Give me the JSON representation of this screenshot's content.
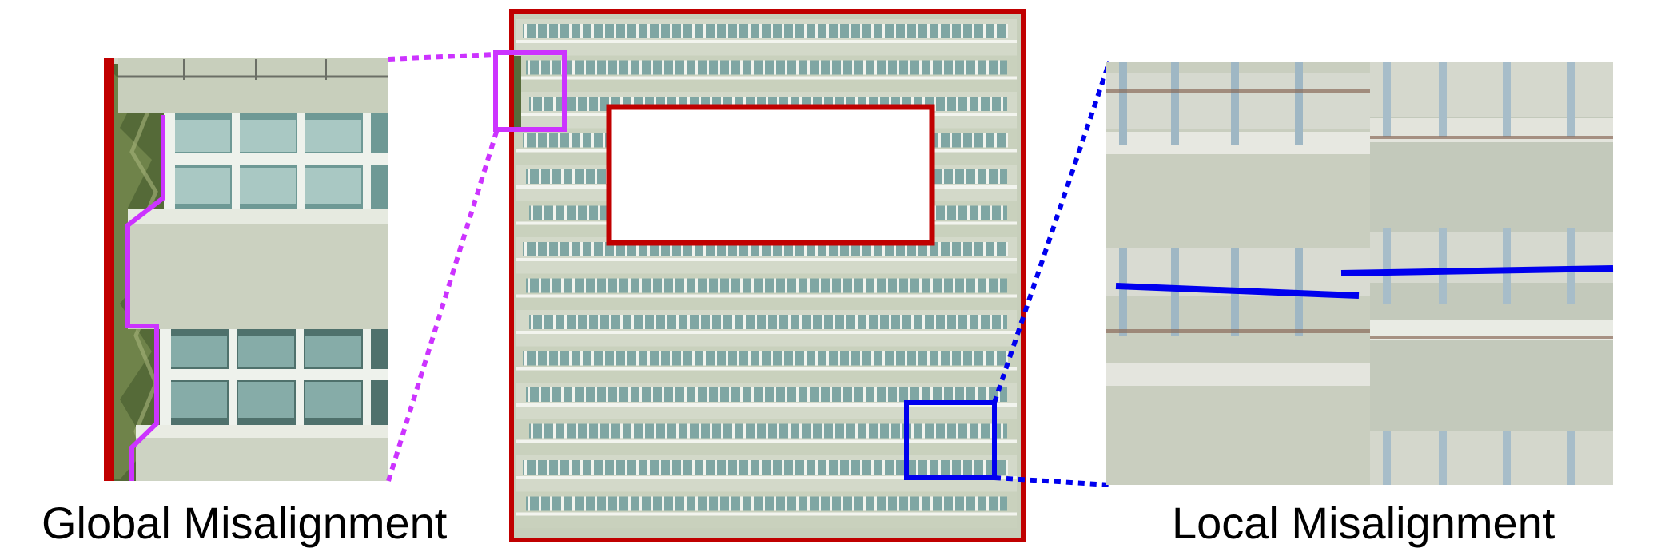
{
  "captions": {
    "global": "Global Misalignment",
    "local": "Local Misalignment"
  },
  "colors": {
    "red_frame": "#c00000",
    "magenta": "#cc33ff",
    "blue": "#0000ee",
    "wall": "#c9d1bd",
    "wall_light": "#d3d9c9",
    "window": "#7fa6a3",
    "window_dark": "#4f7470",
    "mullion": "#f2f4ee",
    "vegetation": "#566b3a"
  },
  "icons": {
    "global_inset": "facade-closeup-global",
    "local_inset": "facade-closeup-local"
  }
}
